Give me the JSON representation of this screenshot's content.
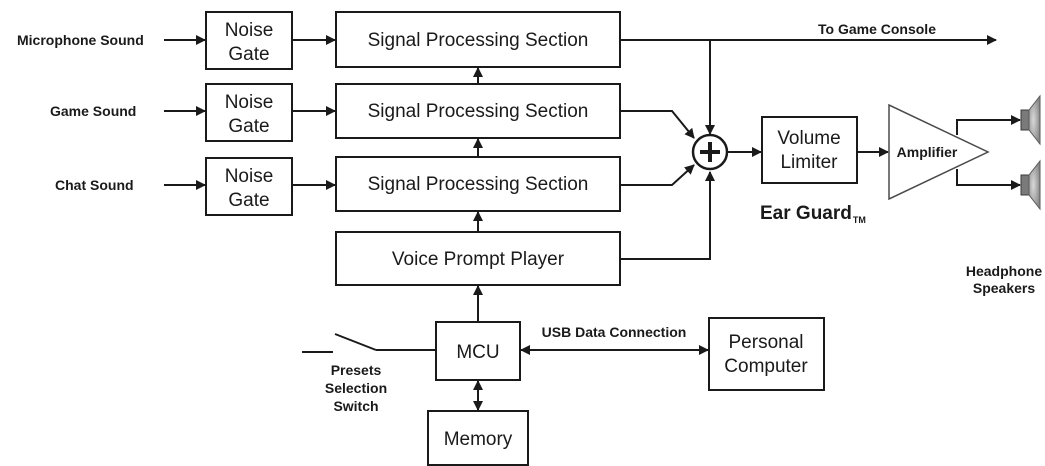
{
  "inputs": {
    "microphone": "Microphone Sound",
    "game": "Game Sound",
    "chat": "Chat Sound"
  },
  "noise_gate": {
    "line1": "Noise",
    "line2": "Gate"
  },
  "signal_processing": "Signal Processing Section",
  "voice_prompt_player": "Voice Prompt Player",
  "mcu": "MCU",
  "memory": "Memory",
  "personal_computer": {
    "line1": "Personal",
    "line2": "Computer"
  },
  "usb_connection": "USB Data Connection",
  "presets_switch": {
    "line1": "Presets",
    "line2": "Selection",
    "line3": "Switch"
  },
  "to_console": "To Game Console",
  "volume_limiter": {
    "line1": "Volume",
    "line2": "Limiter"
  },
  "ear_guard": {
    "name": "Ear Guard",
    "tm": "TM"
  },
  "amplifier": "Amplifier",
  "headphone": {
    "line1": "Headphone",
    "line2": "Speakers"
  },
  "colors": {
    "speaker_cone": "#9a9a9a",
    "amp_fill": "#ffffff",
    "stroke": "#1a1a1a"
  }
}
